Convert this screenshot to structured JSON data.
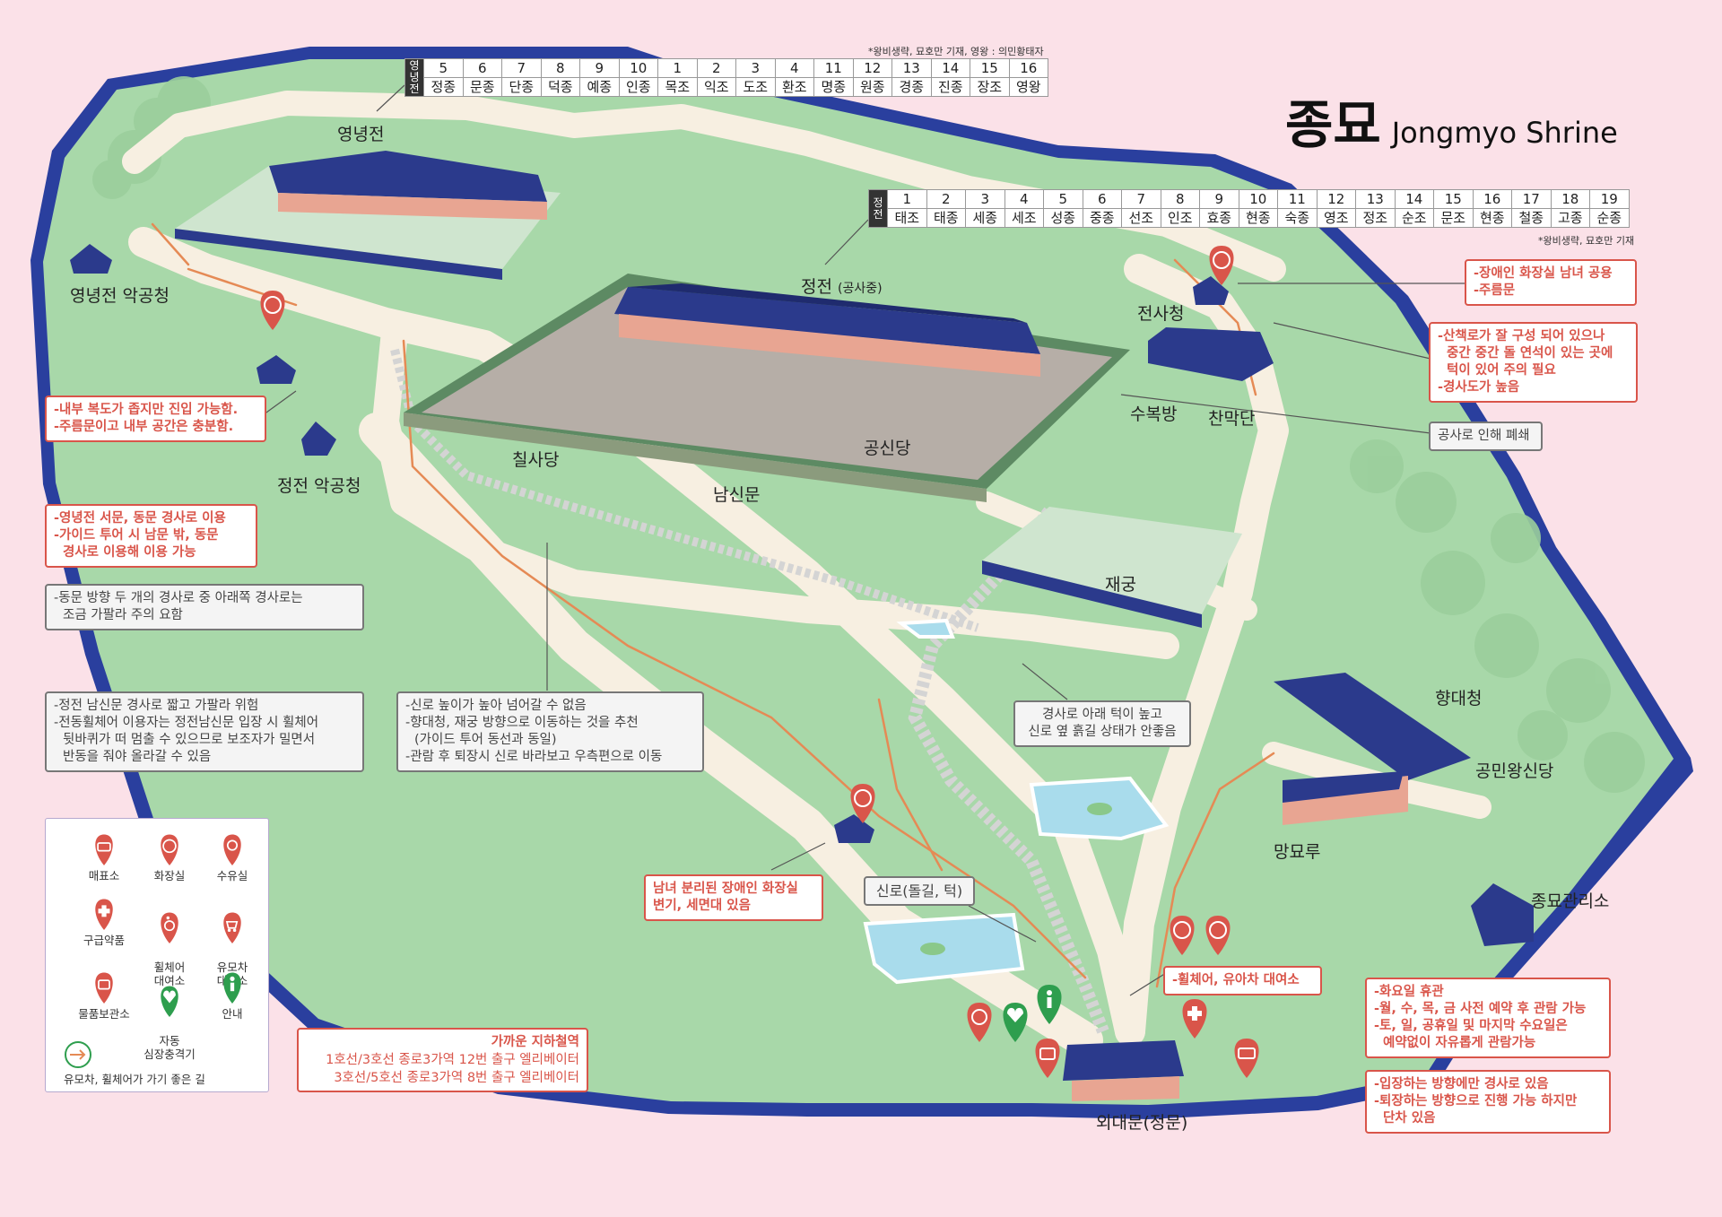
{
  "title": {
    "korean": "종묘",
    "english": "Jongmyo Shrine"
  },
  "yeongnyeongjeon_table": {
    "header": "영녕전",
    "note": "*왕비생략, 묘호만 기재, 영왕 : 의민황태자",
    "numbers": [
      "5",
      "6",
      "7",
      "8",
      "9",
      "10",
      "1",
      "2",
      "3",
      "4",
      "11",
      "12",
      "13",
      "14",
      "15",
      "16"
    ],
    "names": [
      "정종",
      "문종",
      "단종",
      "덕종",
      "예종",
      "인종",
      "목조",
      "익조",
      "도조",
      "환조",
      "명종",
      "원종",
      "경종",
      "진종",
      "장조",
      "영왕"
    ]
  },
  "jeongjeon_table": {
    "header": "정전",
    "note": "*왕비생략, 묘호만 기재",
    "numbers": [
      "1",
      "2",
      "3",
      "4",
      "5",
      "6",
      "7",
      "8",
      "9",
      "10",
      "11",
      "12",
      "13",
      "14",
      "15",
      "16",
      "17",
      "18",
      "19"
    ],
    "names": [
      "태조",
      "태종",
      "세종",
      "세조",
      "성종",
      "중종",
      "선조",
      "인조",
      "효종",
      "현종",
      "숙종",
      "영조",
      "정조",
      "순조",
      "문조",
      "현종",
      "철종",
      "고종",
      "순종"
    ]
  },
  "place_labels": {
    "yeongnyeongjeon": "영녕전",
    "yeongnyeongjeon_akgongcheong": "영녕전 악공청",
    "jeongjeon": "정전",
    "jeongjeon_sub": "(공사중)",
    "jeonsacheong": "전사청",
    "subokbang": "수복방",
    "chanmakdan": "찬막단",
    "chilsadang": "칠사당",
    "gongsindang": "공신당",
    "namsinmun": "남신문",
    "jeongjeon_akgongcheong": "정전 악공청",
    "jaegung": "재궁",
    "hyangdaecheong": "향대청",
    "gongminwangsindang": "공민왕신당",
    "mangmyoru": "망묘루",
    "jongmyo_office": "종묘관리소",
    "oedaemun": "외대문(정문)"
  },
  "notes": {
    "restroom_shared": [
      "-장애인 화장실 남녀 공용",
      "-주름문"
    ],
    "trail": [
      "-산책로가 잘 구성 되어 있으나",
      "중간 중간 돌 연석이 있는 곳에",
      "턱이 있어 주의 필요",
      "-경사도가 높음"
    ],
    "closed": [
      "공사로 인해 폐쇄"
    ],
    "yeong_restroom": [
      "-내부 복도가 좁지만 진입 가능함.",
      "-주름문이고 내부 공간은 충분함."
    ],
    "yeong_slope": [
      "-영녕전 서문, 동문 경사로 이용",
      "-가이드 투어 시 남문 밖, 동문",
      "경사로 이용해 이용 가능"
    ],
    "east_slope": [
      "-동문 방향 두 개의 경사로 중 아래쪽 경사로는",
      "조금 가팔라 주의 요함"
    ],
    "namsinmun_slope": [
      "-정전 남신문 경사로 짧고 가팔라 위험",
      "-전동휠체어 이용자는 정전남신문 입장 시 휠체어",
      "뒷바퀴가 떠 멈출 수 있으므로 보조자가 밀면서",
      "반동을 줘야 올라갈 수 있음"
    ],
    "sinro": [
      "-신로 높이가 높아 넘어갈 수 없음",
      "-향대청, 재궁 방향으로 이동하는 것을 추천",
      "(가이드 투어 동선과 동일)",
      "-관람 후 퇴장시 신로 바라보고 우측편으로 이동"
    ],
    "slope_bump": [
      "경사로 아래 턱이 높고",
      "신로 옆 흙길 상태가 안좋음"
    ],
    "separate_restroom": [
      "남녀 분리된 장애인 화장실",
      "변기, 세면대 있음"
    ],
    "sinro_stone": [
      "신로(돌길, 턱)"
    ],
    "rental": [
      "-휠체어, 유아차 대여소"
    ],
    "hours": [
      "-화요일 휴관",
      "-월, 수, 목, 금 사전 예약 후 관람 가능",
      "-토, 일, 공휴일 및 마지막 수요일은",
      "예약없이 자유롭게 관람가능"
    ],
    "entrance_slope": [
      "-입장하는 방향에만 경사로 있음",
      "-퇴장하는 방향으로 진행 가능 하지만",
      "단차 있음"
    ]
  },
  "subway": {
    "title": "가까운 지하철역",
    "lines": [
      "1호선/3호선 종로3가역 12번 출구 엘리베이터",
      "3호선/5호선 종로3가역 8번 출구 엘리베이터"
    ]
  },
  "legend": {
    "items": [
      {
        "icon": "ticket-office-icon",
        "label": "매표소",
        "color": "#d9554a"
      },
      {
        "icon": "restroom-icon",
        "label": "화장실",
        "color": "#d9554a"
      },
      {
        "icon": "nursing-room-icon",
        "label": "수유실",
        "color": "#d9554a"
      },
      {
        "icon": "first-aid-icon",
        "label": "구급약품",
        "color": "#d9554a"
      },
      {
        "icon": "wheelchair-rental-icon",
        "label": "휠체어\n대여소",
        "color": "#d9554a"
      },
      {
        "icon": "stroller-rental-icon",
        "label": "유모차\n대여소",
        "color": "#d9554a"
      },
      {
        "icon": "locker-icon",
        "label": "물품보관소",
        "color": "#d9554a"
      },
      {
        "icon": "aed-icon",
        "label": "자동\n심장충격기",
        "color": "#2e9e4e"
      },
      {
        "icon": "information-icon",
        "label": "안내",
        "color": "#2e9e4e"
      }
    ],
    "route": {
      "icon": "accessible-route-icon",
      "label": "유모차, 휠체어가 가기 좋은 길"
    }
  },
  "colors": {
    "background": "#fbe1e8",
    "ground": "#a8d8a9",
    "wall": "#2a3f9e",
    "path": "#f7efe1",
    "route": "#e58a55",
    "accent": "#d9554a",
    "green_marker": "#2e9e4e",
    "pond": "#a9dcec",
    "roof": "#2b3a8c"
  }
}
